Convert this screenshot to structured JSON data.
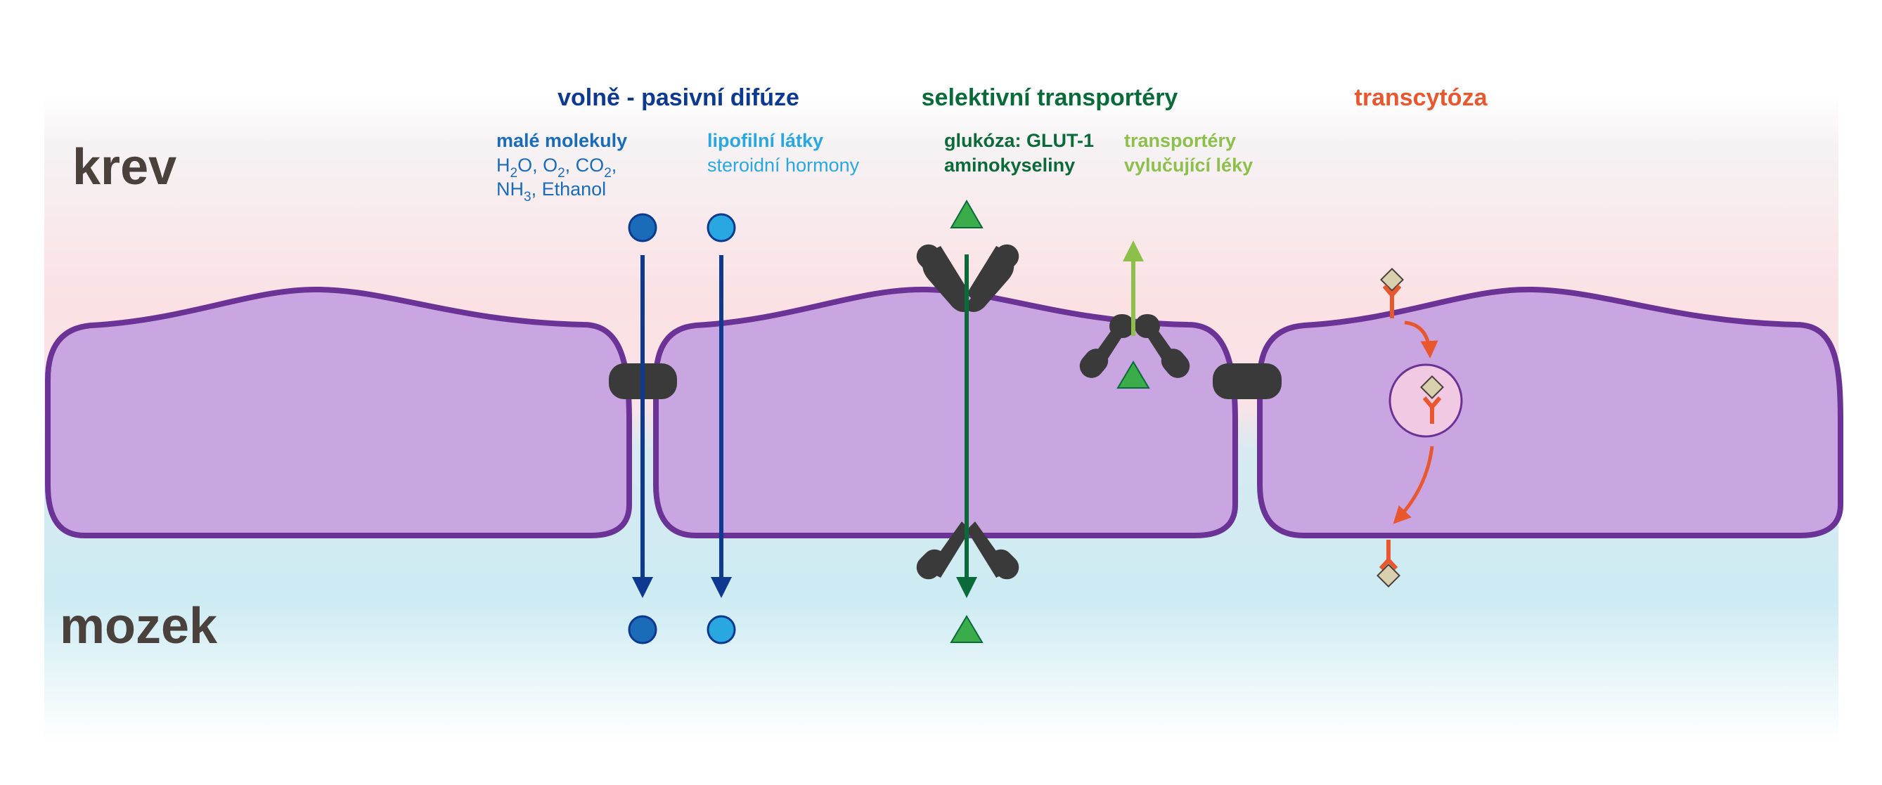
{
  "regions": {
    "blood": "krev",
    "brain": "mozek"
  },
  "headings": {
    "passive": "volně - pasivní difúze",
    "selective": "selektivní transportéry",
    "transcytosis": "transcytóza"
  },
  "passive": {
    "small_title": "malé molekuly",
    "small_line1": {
      "h": "H",
      "h_sub": "2",
      "o": "O, O",
      "o_sub": "2",
      "co": ", CO",
      "co_sub": "2",
      "end": ","
    },
    "small_line2": {
      "nh": "NH",
      "nh_sub": "3",
      "rest": ", Ethanol"
    },
    "lipo_title": "lipofilní látky",
    "lipo_sub": "steroidní hormony"
  },
  "selective": {
    "glucose": "glukóza: GLUT-1",
    "amino": "aminokyseliny",
    "efflux1": "transportéry",
    "efflux2": "vylučující léky"
  },
  "colors": {
    "blood_bg": "#fbe1e4",
    "brain_bg": "#cdebf3",
    "cell_fill": "#c9a6e2",
    "cell_stroke": "#6c3396",
    "passive_blue": "#0d3a8e",
    "small_blue": "#1a6cb8",
    "lipo_blue": "#29a7e1",
    "selective_green": "#0b6a3a",
    "efflux_green": "#8dc04a",
    "triangle_green": "#3aad4a",
    "transcytosis_orange": "#e8572d",
    "junction": "#3a3a3a",
    "ligand": "#d9d0ad"
  }
}
